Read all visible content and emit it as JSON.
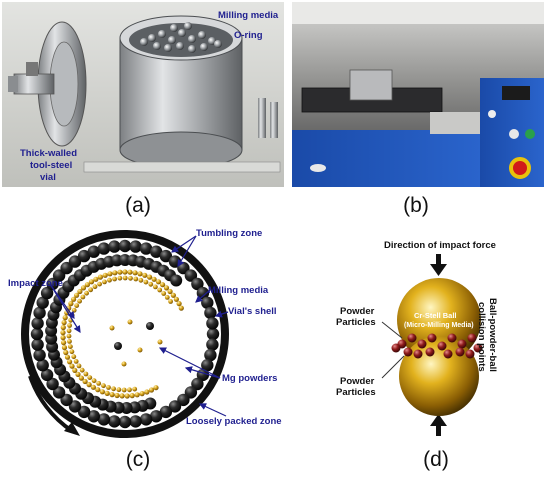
{
  "panels": {
    "a": {
      "caption": "(a)",
      "labels": {
        "milling_media": "Milling media",
        "o_ring": "O-ring",
        "vial_line1": "Thick-walled",
        "vial_line2": "tool-steel",
        "vial_line3": "vial"
      }
    },
    "b": {
      "caption": "(b)"
    },
    "c": {
      "caption": "(c)",
      "labels": {
        "tumbling_zone": "Tumbling zone",
        "impact_zone": "Impact zone",
        "milling_media": "Milling media",
        "vials_shell": "Vial's shell",
        "mg_powders": "Mg powders",
        "loosely_packed": "Loosely packed zone"
      }
    },
    "d": {
      "caption": "(d)",
      "labels": {
        "direction": "Direction of impact force",
        "ball_line1": "Cr-Stell Ball",
        "ball_line2": "(Micro-Milling Media)",
        "powder_top_1": "Powder",
        "powder_top_2": "Particles",
        "powder_bot_1": "Powder",
        "powder_bot_2": "Particles",
        "collision_1": "Ball-powder-ball",
        "collision_2": "collision points"
      }
    }
  },
  "colors": {
    "label_blue": "#1f1f8f",
    "photo_a_bg": "#cfd0cc",
    "photo_b_bg": "#2a2a2c",
    "machine_blue": "#1c4fb0",
    "gold": "#d4a017"
  }
}
